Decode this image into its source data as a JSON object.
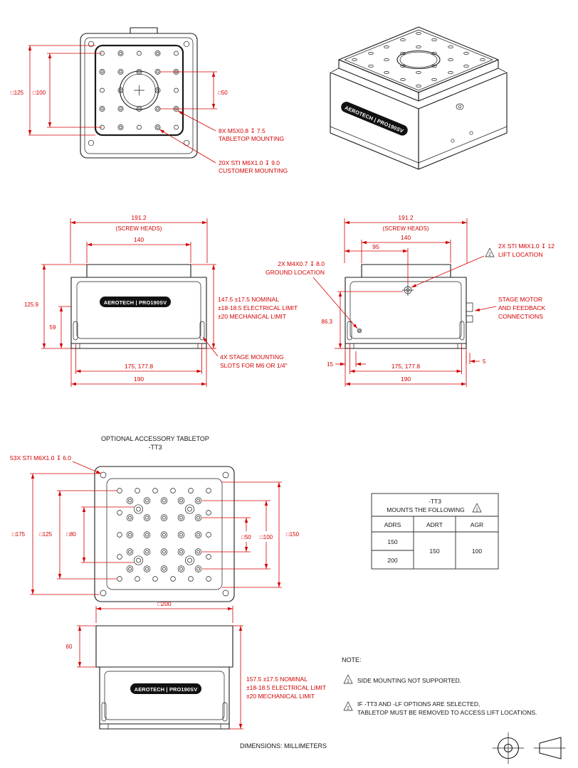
{
  "colors": {
    "dimension_red": "#d40000",
    "line_black": "#1a1a1a",
    "label_fill": "#111111"
  },
  "top_view": {
    "dim_sq125": "□125",
    "dim_sq100": "□100",
    "dim_sq50": "□50",
    "tabletop_mounting_line1": "8X M5X0.8 ↧ 7.5",
    "tabletop_mounting_line2": "TABLETOP MOUNTING",
    "customer_mounting_line1": "20X STI M6X1.0 ↧ 9.0",
    "customer_mounting_line2": "CUSTOMER MOUNTING"
  },
  "iso_view": {
    "label": "AEROTECH | PRO190SV"
  },
  "front_view": {
    "label": "AEROTECH | PRO190SV",
    "dim_screw_heads_value": "191.2",
    "dim_screw_heads_note": "(SCREW HEADS)",
    "dim_top_plate": "140",
    "dim_body_height": "125.9",
    "dim_slot_height": "59",
    "travel_line1": "147.5 ±17.5 NOMINAL",
    "travel_line2": "±18-18.5 ELECTRICAL LIMIT",
    "travel_line3": "±20 MECHANICAL LIMIT",
    "dim_slot_span": "175, 177.8",
    "dim_base_width": "190",
    "slots_callout_line1": "4X STAGE MOUNTING",
    "slots_callout_line2": "SLOTS FOR M6 OR 1/4\""
  },
  "side_view": {
    "dim_screw_heads_value": "191.2",
    "dim_screw_heads_note": "(SCREW HEADS)",
    "dim_top_plate": "140",
    "dim_lift_offset": "95",
    "ground_callout_line1": "2X M4X0.7 ↧ 8.0",
    "ground_callout_line2": "GROUND LOCATION",
    "lift_callout_line1": "2X STI M8X1.0 ↧ 12",
    "lift_callout_line2": "LIFT LOCATION",
    "lift_flag_number": "2",
    "motor_callout_line1": "STAGE MOTOR",
    "motor_callout_line2": "AND FEEDBACK",
    "motor_callout_line3": "CONNECTIONS",
    "dim_lift_height": "86.3",
    "dim_edge_offset": "15",
    "dim_slot_span": "175, 177.8",
    "dim_base_width": "190",
    "dim_connector_offset": "5"
  },
  "tabletop": {
    "title_line1": "OPTIONAL ACCESSORY TABLETOP",
    "title_line2": "-TT3",
    "holes_callout": "53X STI M6X1.0 ↧ 6.0",
    "dim_sq175": "□175",
    "dim_sq125": "□125",
    "dim_sq80": "□80",
    "dim_sq50": "□50",
    "dim_sq100": "□100",
    "dim_sq150": "□150",
    "dim_sq200": "□200",
    "dim_thickness": "60",
    "travel_line1": "157.5 ±17.5 NOMINAL",
    "travel_line2": "±18-18.5 ELECTRICAL LIMIT",
    "travel_line3": "±20 MECHANICAL LIMIT",
    "label": "AEROTECH | PRO190SV"
  },
  "options_table": {
    "title_line1": "-TT3",
    "title_line2": "MOUNTS THE FOLLOWING",
    "title_flag_number": "1",
    "col_adrs": "ADRS",
    "col_adrt": "ADRT",
    "col_agr": "AGR",
    "adrs_row1": "150",
    "adrs_row2": "200",
    "adrt_value": "150",
    "agr_value": "100"
  },
  "notes": {
    "heading": "NOTE:",
    "note1_flag": "1",
    "note1_text": "SIDE MOUNTING NOT SUPPORTED.",
    "note2_flag": "2",
    "note2_line1": "IF -TT3 AND -LF OPTIONS ARE SELECTED,",
    "note2_line2": "TABLETOP MUST BE REMOVED TO ACCESS LIFT LOCATIONS."
  },
  "footer": {
    "units_label": "DIMENSIONS:  MILLIMETERS"
  }
}
